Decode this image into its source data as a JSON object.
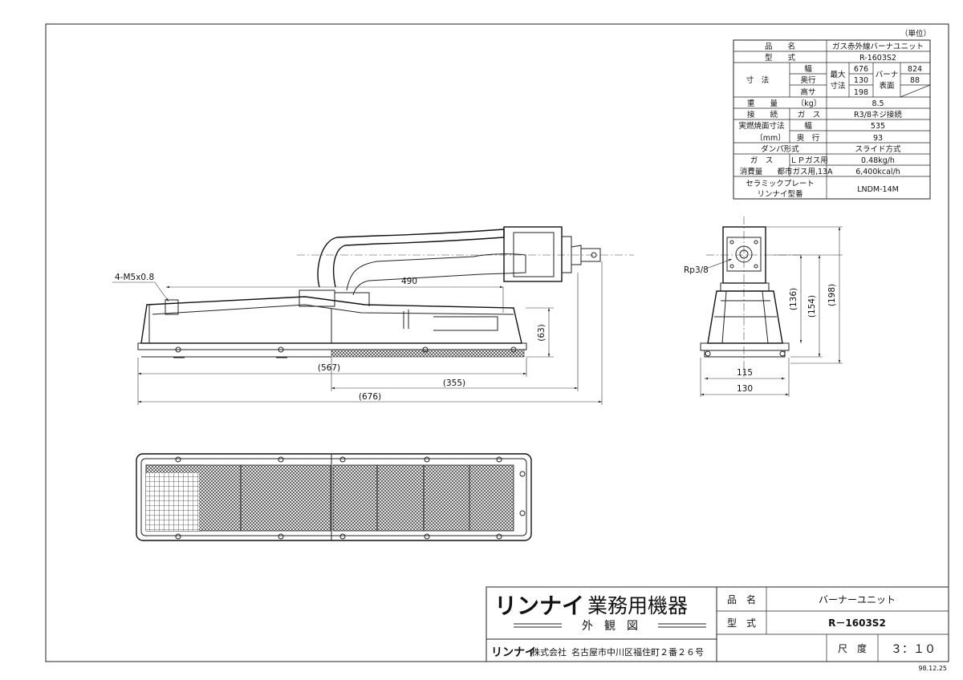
{
  "unit_note": "（単位）",
  "spec_table": {
    "rows": [
      {
        "label": "品　　名",
        "value": "ガス赤外線バーナユニット"
      },
      {
        "label": "型　　式",
        "value": "R-1603S2"
      }
    ],
    "dimensions": {
      "label": "寸　法",
      "width_label": "幅",
      "depth_label": "奥行",
      "height_label": "高サ",
      "max_label_1": "最大",
      "max_label_2": "寸法",
      "width": "676",
      "depth": "130",
      "height": "198",
      "burner_label_1": "バーナ",
      "burner_label_2": "表面",
      "burner_width": "824",
      "burner_depth": "88"
    },
    "weight": {
      "label": "重　　量",
      "unit": "〔kg〕",
      "value": "8.5"
    },
    "connection": {
      "label": "接　　続",
      "sub": "ガ　ス",
      "value": "R3/8ネジ接続"
    },
    "burn_surface": {
      "label_1": "実燃焼面寸法",
      "label_2": "〔mm〕",
      "width_label": "幅",
      "depth_label": "奥　行",
      "width": "535",
      "depth": "93"
    },
    "damper": {
      "label": "ダンパ形式",
      "value": "スライド方式"
    },
    "gas": {
      "label_1": "ガ　ス",
      "label_2": "消費量",
      "lp_label": "ＬＰガス用",
      "lp_value": "0.48kg/h",
      "city_label": "都市ガス用,13A",
      "city_value": "6,400kcal/h"
    },
    "ceramic": {
      "label_1": "セラミックプレート",
      "label_2": "リンナイ型番",
      "value": "LNDM-14M"
    }
  },
  "drawing": {
    "front_view": {
      "callout": "4-M5x0.8",
      "dim_490": "490",
      "dim_63": "(63)",
      "dim_567": "(567)",
      "dim_355": "(355)",
      "dim_676": "(676)"
    },
    "side_view": {
      "port_label": "Rp3/8",
      "dim_136": "(136)",
      "dim_154": "(154)",
      "dim_198": "(198)",
      "dim_115": "115",
      "dim_130": "130"
    }
  },
  "title_block": {
    "brand": "リンナイ",
    "brand_suffix": "業務用機器",
    "view_name": "外　観　図",
    "company_brand": "リンナイ",
    "company_name": "株式会社",
    "address": "名古屋市中川区福住町２番２６号",
    "product_label": "品　名",
    "product_value": "バーナーユニット",
    "model_label": "型　式",
    "model_value": "R－1603S2",
    "scale_label": "尺　度",
    "scale_value": "３：１０",
    "date": "98.12.25"
  }
}
